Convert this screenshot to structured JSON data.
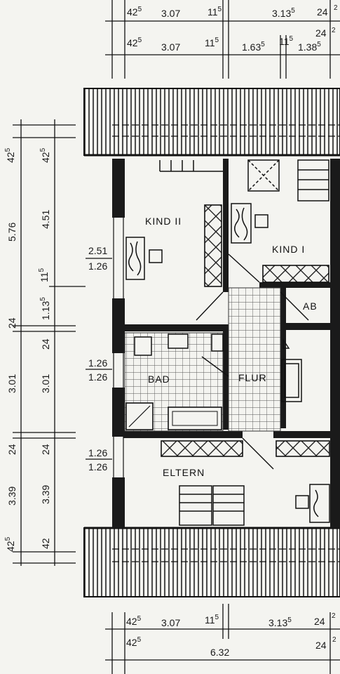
{
  "rooms": {
    "kind2": "KIND II",
    "kind1": "KIND I",
    "ab": "AB",
    "bad": "BAD",
    "flur": "FLUR",
    "eltern": "ELTERN"
  },
  "top_dims": {
    "row1": [
      "42",
      "5",
      "3.07",
      "11",
      "5",
      "3.13",
      "5",
      "24",
      "2"
    ],
    "row2": [
      "42",
      "5",
      "3.07",
      "11",
      "5",
      "1.63",
      "5",
      "11",
      "5",
      "1.38",
      "5",
      "24",
      "2"
    ]
  },
  "bottom_dims": {
    "row1": [
      "42",
      "5",
      "3.07",
      "11",
      "5",
      "3.13",
      "5",
      "24",
      "2"
    ],
    "row2": [
      "42",
      "5",
      "6.32",
      "24",
      "2"
    ]
  },
  "left_outer": [
    "42",
    "5",
    "5.76",
    "24",
    "3.01",
    "24",
    "3.39",
    "42",
    "5"
  ],
  "left_inner": [
    "42",
    "5",
    "4.51",
    "11",
    "5",
    "1.13",
    "5",
    "24",
    "3.01",
    "24",
    "3.39",
    "42"
  ],
  "openings": [
    "2.51",
    "1.26",
    "1.26",
    "1.26",
    "1.26",
    "1.26"
  ]
}
